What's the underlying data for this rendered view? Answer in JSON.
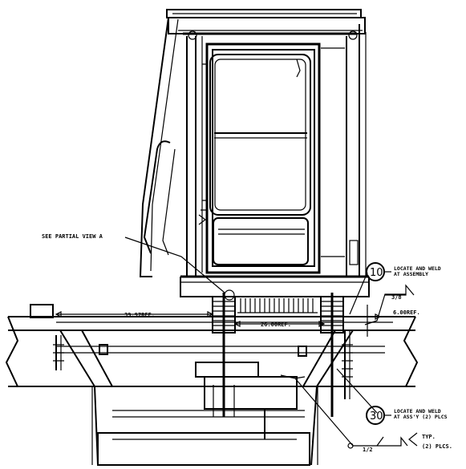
{
  "callouts": {
    "see_partial": "SEE PARTIAL VIEW A",
    "ref_3997": "39.97REF.",
    "ref_2600": "26.00REF.",
    "ref_600": "6.00REF.",
    "weld_3_8": "3/8",
    "weld_1_2": "1/2",
    "typ": "TYP.",
    "plcs": "(2) PLCS."
  },
  "balloons": [
    {
      "number": "10",
      "line1": "LOCATE AND WELD",
      "line2": "AT ASSEMBLY"
    },
    {
      "number": "30",
      "line1": "LOCATE AND WELD",
      "line2": "AT ASS'Y (2) PLCS"
    }
  ]
}
